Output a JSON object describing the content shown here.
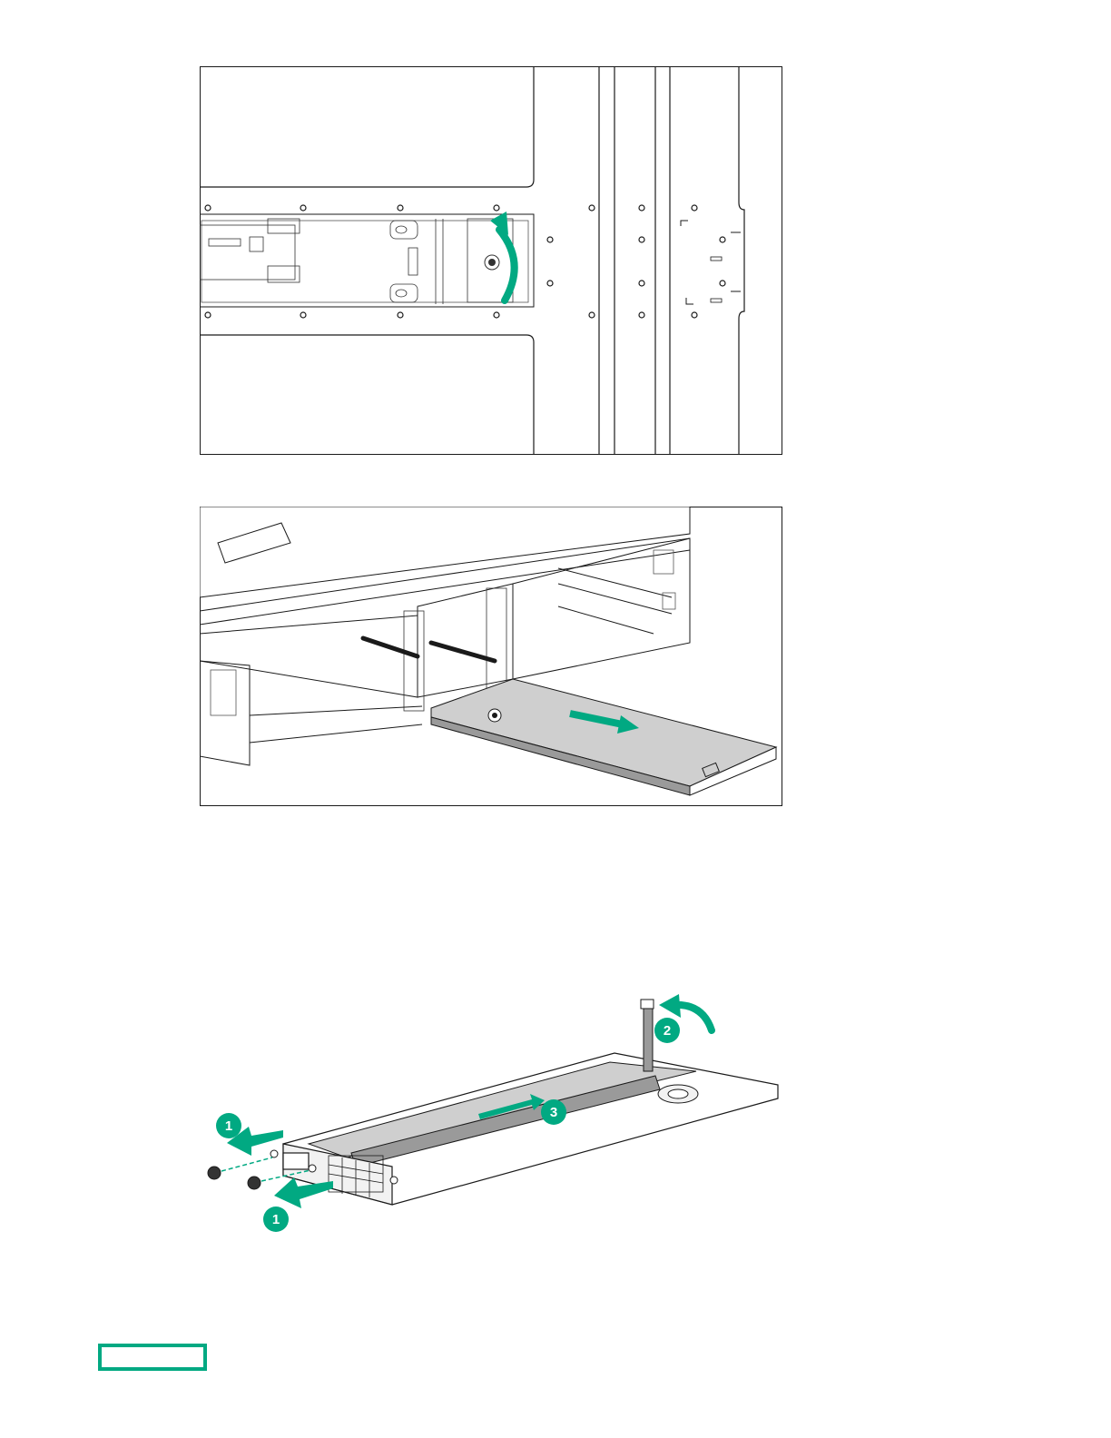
{
  "document": {
    "figures": [
      {
        "id": "figure-1",
        "description_visible": false
      },
      {
        "id": "figure-2",
        "description_visible": false
      },
      {
        "id": "figure-3",
        "description_visible": false
      }
    ],
    "callouts": {
      "step_1": "1",
      "step_2": "2",
      "step_3": "3"
    }
  },
  "colors": {
    "accent": "#01A982",
    "line": "#1a1a1a",
    "panel_gray": "#9a9a9a"
  },
  "icons": [
    "hpe-logo-box"
  ]
}
